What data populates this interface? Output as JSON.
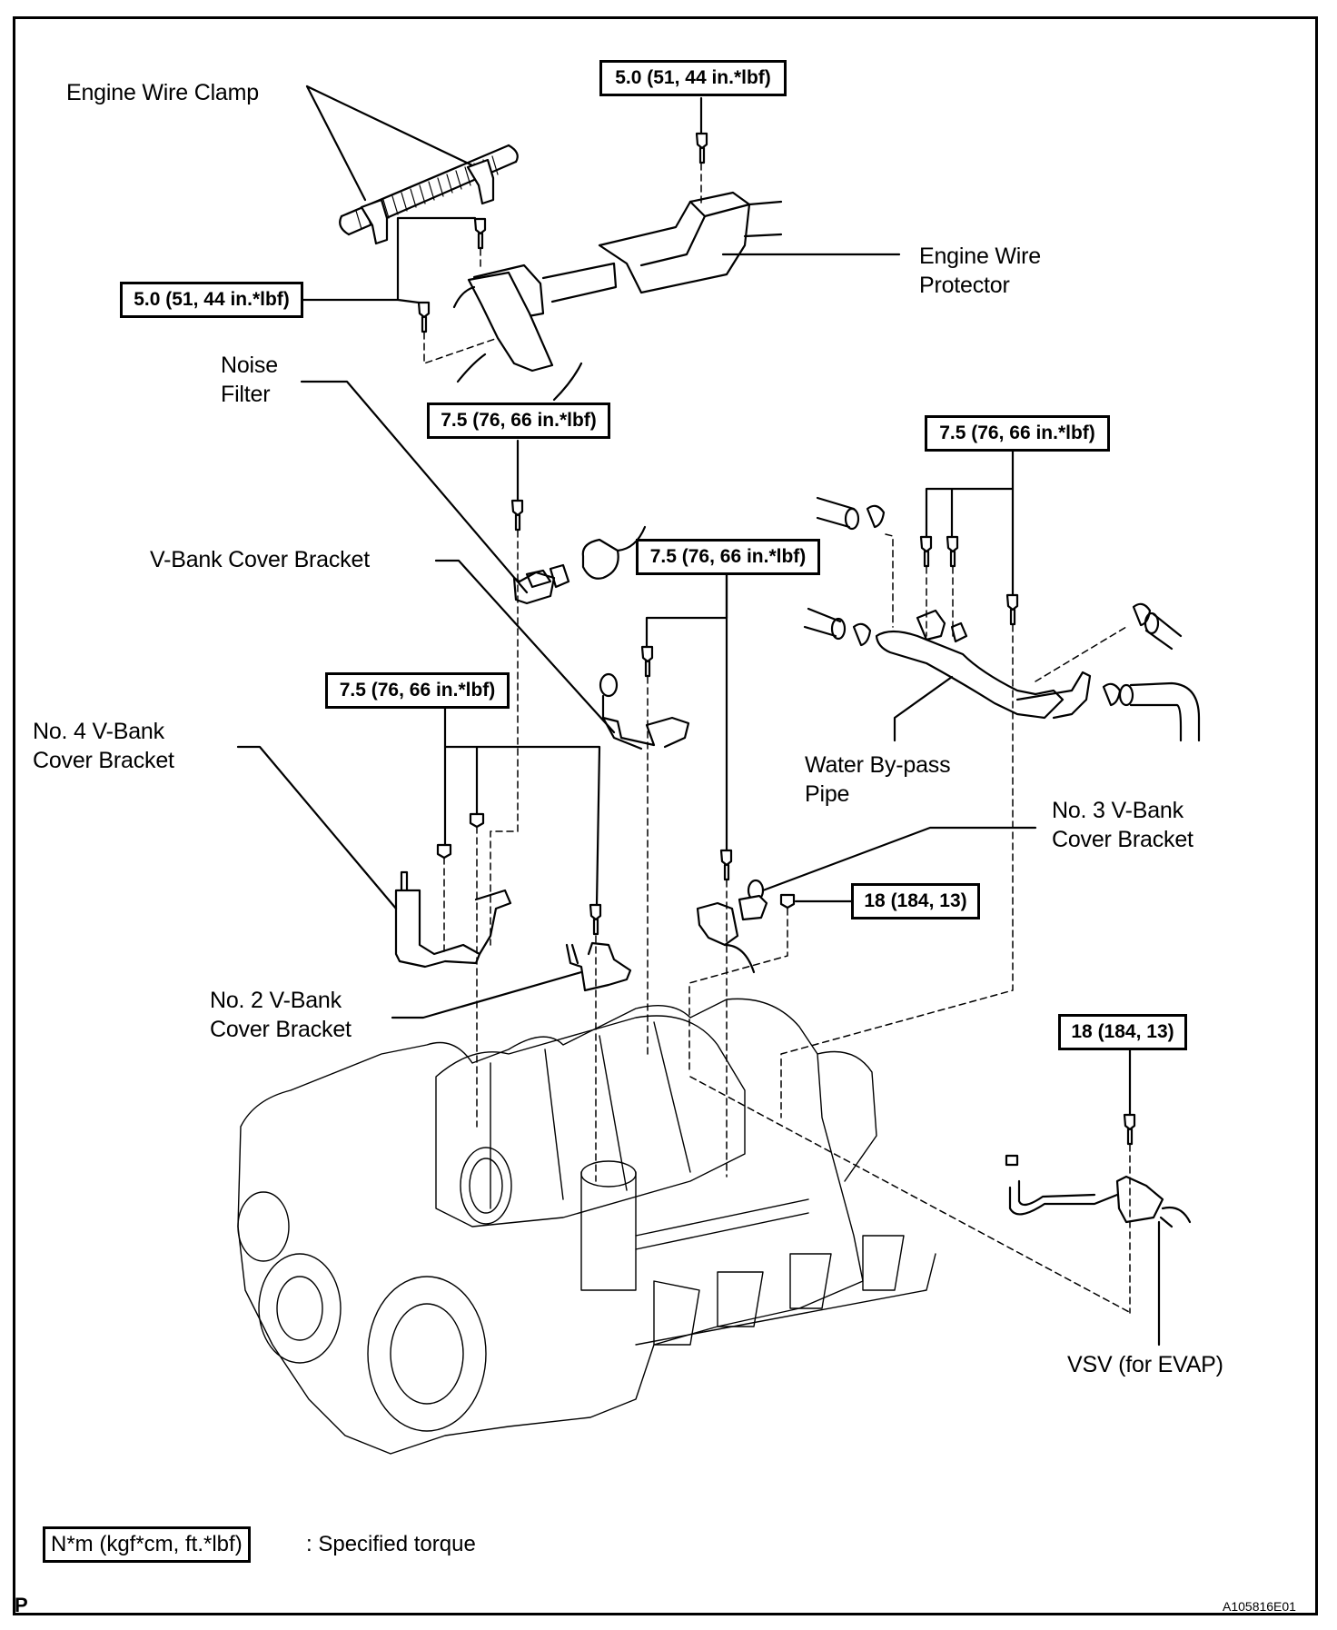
{
  "diagram": {
    "title_code": "A105816E01",
    "page_marker": "P",
    "labels": {
      "engine_wire_clamp": "Engine Wire Clamp",
      "engine_wire_protector": [
        "Engine Wire",
        "Protector"
      ],
      "noise_filter": [
        "Noise",
        "Filter"
      ],
      "v_bank_cover_bracket": "V-Bank Cover Bracket",
      "no4_v_bank_cover_bracket": [
        "No. 4 V-Bank",
        "Cover Bracket"
      ],
      "water_bypass_pipe": [
        "Water By-pass",
        "Pipe"
      ],
      "no3_v_bank_cover_bracket": [
        "No. 3 V-Bank",
        "Cover Bracket"
      ],
      "no2_v_bank_cover_bracket": [
        "No. 2 V-Bank",
        "Cover Bracket"
      ],
      "vsv_for_evap": "VSV (for EVAP)"
    },
    "torque_specs": [
      {
        "id": "protector-top",
        "value": "5.0 (51, 44 in.*lbf)"
      },
      {
        "id": "protector-left",
        "value": "5.0 (51, 44 in.*lbf)"
      },
      {
        "id": "noise-filter",
        "value": "7.5 (76, 66 in.*lbf)"
      },
      {
        "id": "water-bypass",
        "value": "7.5 (76, 66 in.*lbf)"
      },
      {
        "id": "center-bracket",
        "value": "7.5 (76, 66 in.*lbf)"
      },
      {
        "id": "no4-no2-brackets",
        "value": "7.5 (76, 66 in.*lbf)"
      },
      {
        "id": "no3-bracket-nut",
        "value": "18 (184, 13)"
      },
      {
        "id": "vsv",
        "value": "18 (184, 13)"
      }
    ],
    "legend": {
      "unit_box": "N*m (kgf*cm, ft.*lbf)",
      "description": ": Specified torque"
    }
  }
}
